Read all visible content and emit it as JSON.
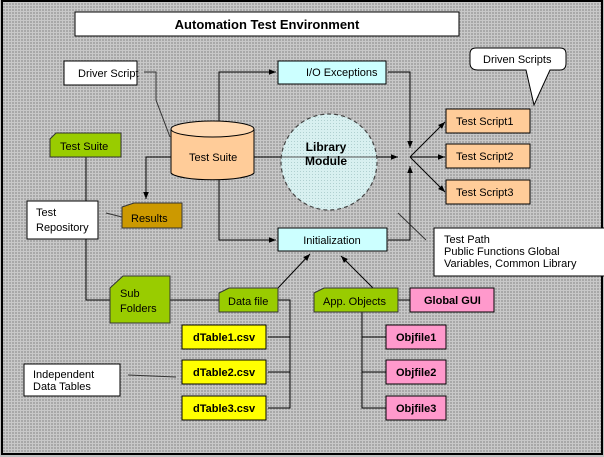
{
  "title": "Automation Test Environment",
  "colors": {
    "background": "#c0c0c0",
    "cylinder": "#ffcc99",
    "light_cyan": "#ccffff",
    "library": "#cde8e8",
    "orange_script": "#ffcc99",
    "green_folder": "#99cc00",
    "results": "#cc9900",
    "yellow_table": "#ffff00",
    "pink_obj": "#ff99cc",
    "white_note": "#ffffff"
  },
  "nodes": {
    "driver_script": "Driver Script",
    "io_exceptions": "I/O Exceptions",
    "driven_scripts_callout": "Driven Scripts",
    "test_suite_folder": "Test Suite",
    "test_suite_db": "Test Suite",
    "library_module": [
      "Library",
      "Module"
    ],
    "test_scripts": [
      "Test Script1",
      "Test Script2",
      "Test Script3"
    ],
    "test_repository": [
      "Test",
      "Repository"
    ],
    "results": "Results",
    "initialization": "Initialization",
    "test_path_note": [
      "Test Path",
      "Public Functions Global",
      "Variables, Common Library"
    ],
    "sub_folders": [
      "Sub",
      "Folders"
    ],
    "data_file": "Data file",
    "app_objects": "App. Objects",
    "global_gui": "Global GUI",
    "data_tables": [
      "dTable1.csv",
      "dTable2.csv",
      "dTable3.csv"
    ],
    "obj_files": [
      "Objfile1",
      "Objfile2",
      "Objfile3"
    ],
    "independent_note": [
      "Independent",
      "Data Tables"
    ]
  }
}
